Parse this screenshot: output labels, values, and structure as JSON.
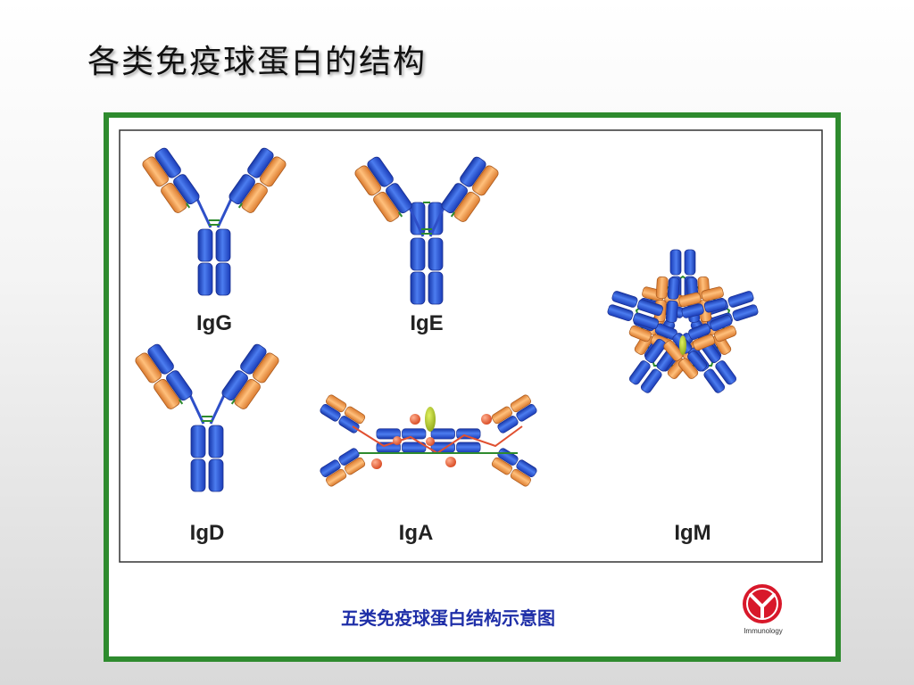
{
  "slide": {
    "title": "各类免疫球蛋白的结构"
  },
  "figure": {
    "caption": "五类免疫球蛋白结构示意图",
    "labels": {
      "igg": "IgG",
      "ige": "IgE",
      "igd": "IgD",
      "iga": "IgA",
      "igm": "IgM"
    },
    "logo": {
      "icon": "immunology-logo-icon",
      "text": "Immunology"
    }
  },
  "colors": {
    "heavy_chain": "#2a56d8",
    "light_chain": "#f2a05a",
    "disulfide": "#2e8b2e",
    "j_chain": "#a8c020",
    "secretory_component": "#e05030",
    "frame": "#2e8b2e",
    "caption": "#1f2fa8"
  }
}
